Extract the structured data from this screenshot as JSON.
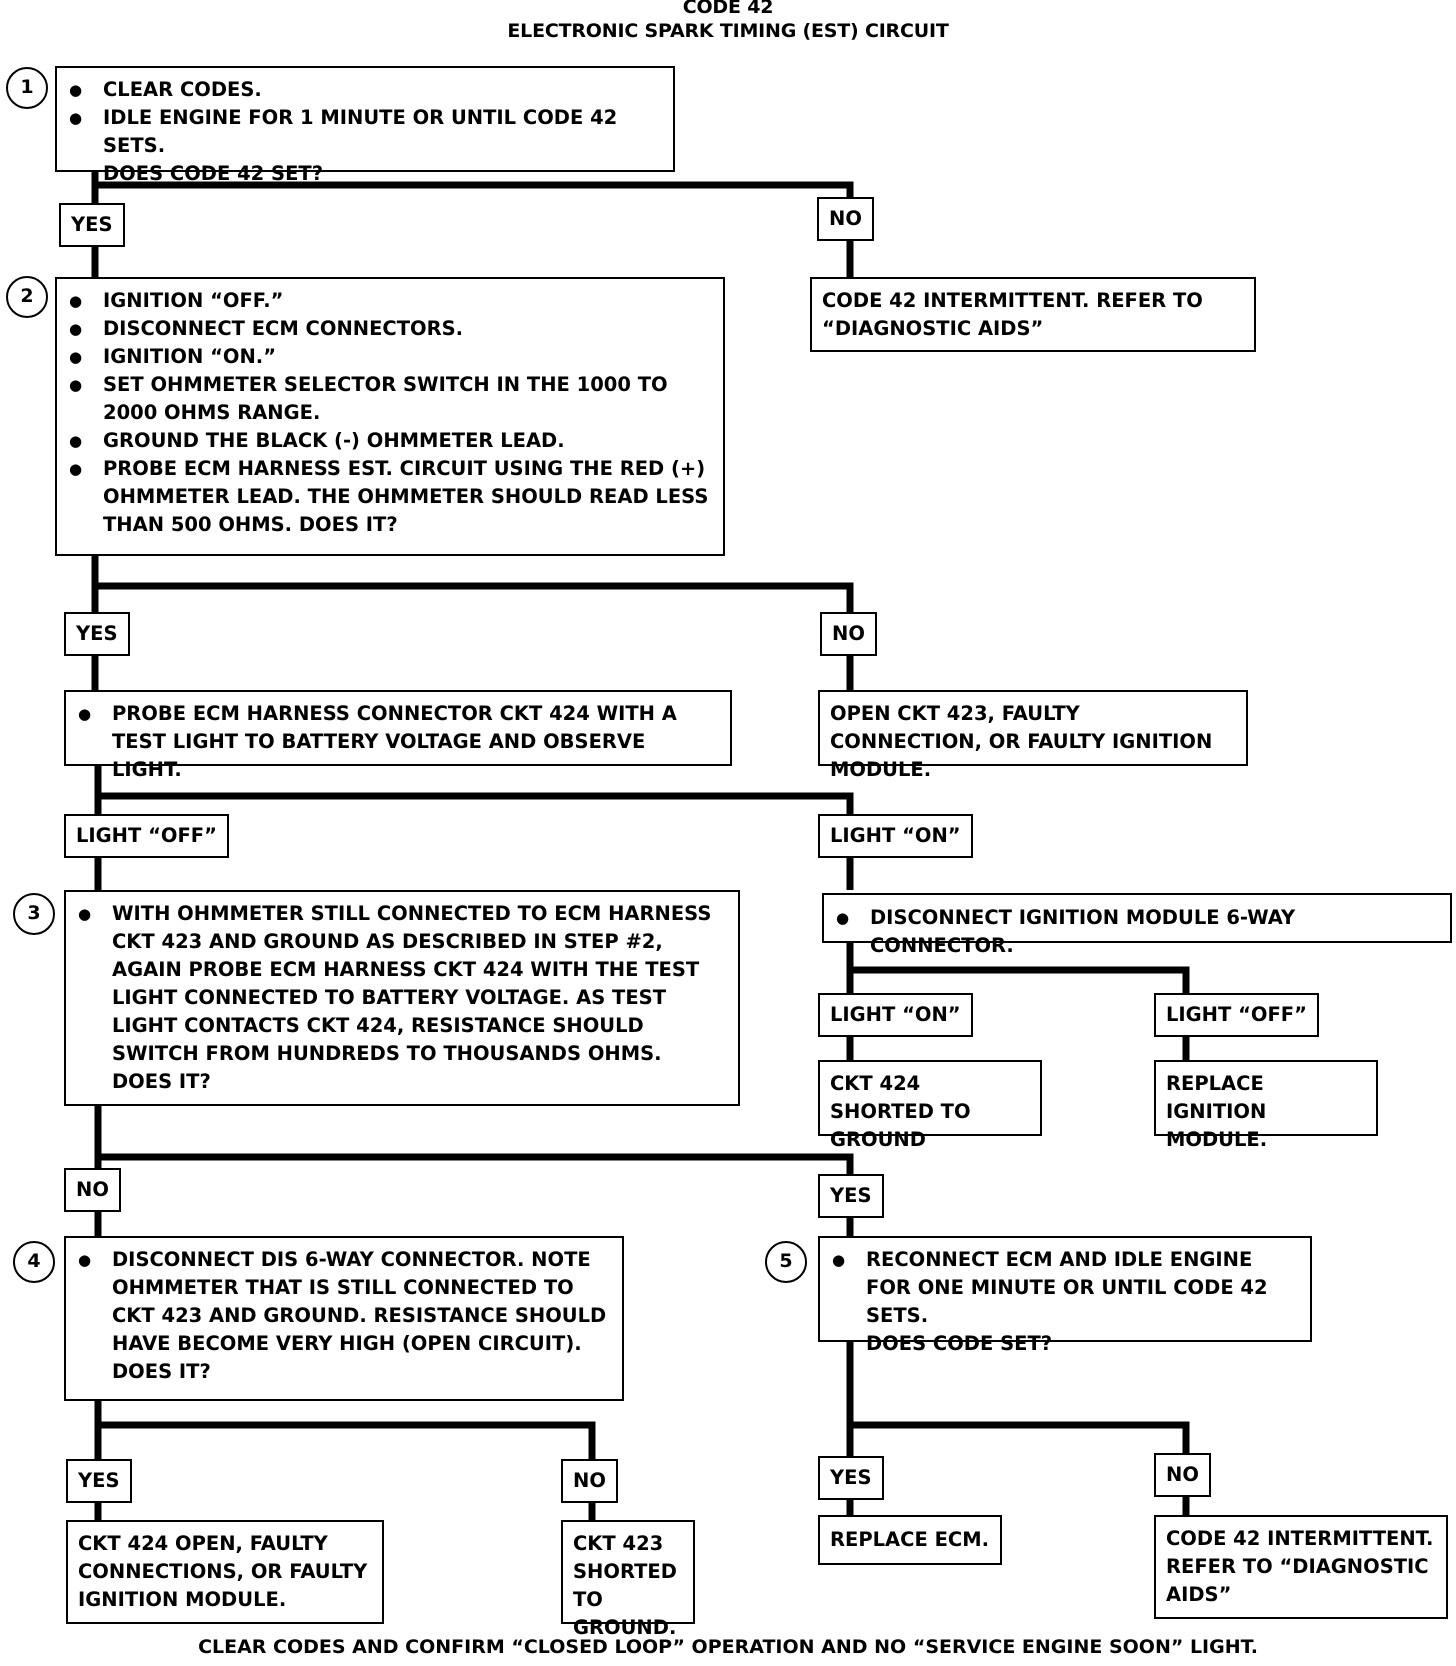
{
  "title": {
    "line1": "CODE 42",
    "line2": "ELECTRONIC SPARK TIMING (EST) CIRCUIT"
  },
  "steps": {
    "s1": "1",
    "s2": "2",
    "s3": "3",
    "s4": "4",
    "s5": "5"
  },
  "box1": {
    "items": [
      "CLEAR CODES.",
      "IDLE ENGINE FOR 1 MINUTE OR UNTIL CODE 42 SETS."
    ],
    "question": "DOES CODE 42 SET?"
  },
  "box2": {
    "items": [
      "IGNITION “OFF.”",
      "DISCONNECT ECM CONNECTORS.",
      "IGNITION “ON.”",
      "SET OHMMETER SELECTOR SWITCH IN THE 1000 TO 2000 OHMS RANGE.",
      "GROUND THE BLACK (-) OHMMETER LEAD.",
      "PROBE ECM HARNESS EST. CIRCUIT USING THE RED (+) OHMMETER LEAD.  THE OHMMETER SHOULD READ LESS THAN 500 OHMS.  DOES IT?"
    ]
  },
  "box_intermittent_1": "CODE 42 INTERMITTENT.  REFER TO “DIAGNOSTIC AIDS”",
  "box_probe_424": "PROBE ECM HARNESS CONNECTOR CKT 424 WITH A TEST LIGHT TO BATTERY VOLTAGE AND OBSERVE LIGHT.",
  "box_open_423": "OPEN CKT 423, FAULTY CONNECTION, OR FAULTY IGNITION MODULE.",
  "box3": {
    "text": "WITH OHMMETER STILL CONNECTED TO ECM HARNESS CKT 423 AND GROUND AS DESCRIBED IN STEP #2, AGAIN PROBE ECM HARNESS CKT 424 WITH THE TEST LIGHT CONNECTED TO BATTERY VOLTAGE.  AS TEST LIGHT CONTACTS CKT 424, RESISTANCE SHOULD SWITCH FROM HUNDREDS TO THOUSANDS OHMS.",
    "question": "DOES IT?"
  },
  "box_disconnect_module": "DISCONNECT IGNITION MODULE 6-WAY CONNECTOR.",
  "box_424_shorted": "CKT 424  SHORTED TO GROUND",
  "box_replace_module": "REPLACE IGNITION MODULE.",
  "box4": {
    "text": "DISCONNECT DIS 6-WAY CONNECTOR.  NOTE OHMMETER THAT IS STILL CONNECTED TO CKT 423  AND GROUND.  RESISTANCE SHOULD HAVE BECOME VERY HIGH (OPEN CIRCUIT).",
    "question": "DOES IT?"
  },
  "box5": {
    "text": "RECONNECT ECM AND IDLE ENGINE FOR ONE MINUTE OR UNTIL CODE 42 SETS.",
    "question": "DOES CODE SET?"
  },
  "box_424_open": "CKT 424 OPEN, FAULTY CONNECTIONS, OR FAULTY IGNITION MODULE.",
  "box_423_shorted": "CKT 423 SHORTED TO GROUND.",
  "box_replace_ecm": "REPLACE ECM.",
  "box_intermittent_2": "CODE 42 INTERMITTENT. REFER TO “DIAGNOSTIC AIDS”",
  "labels": {
    "yes": "YES",
    "no": "NO",
    "light_off": "LIGHT “OFF”",
    "light_on": "LIGHT “ON”"
  },
  "footer": "CLEAR CODES AND CONFIRM “CLOSED LOOP” OPERATION AND NO “SERVICE ENGINE SOON” LIGHT."
}
